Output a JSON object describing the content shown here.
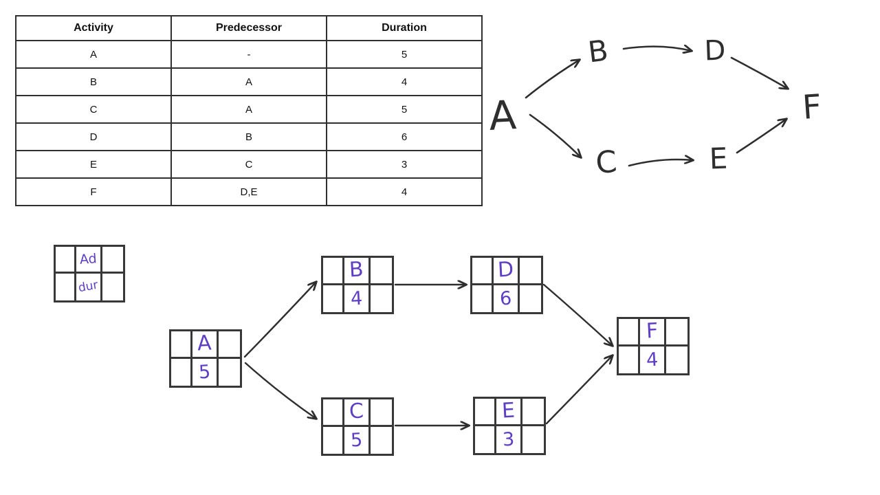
{
  "table": {
    "headers": [
      "Activity",
      "Predecessor",
      "Duration"
    ],
    "rows": [
      {
        "activity": "A",
        "predecessor": "-",
        "duration": "5"
      },
      {
        "activity": "B",
        "predecessor": "A",
        "duration": "4"
      },
      {
        "activity": "C",
        "predecessor": "A",
        "duration": "5"
      },
      {
        "activity": "D",
        "predecessor": "B",
        "duration": "6"
      },
      {
        "activity": "E",
        "predecessor": "C",
        "duration": "3"
      },
      {
        "activity": "F",
        "predecessor": "D,E",
        "duration": "4"
      }
    ]
  },
  "sketch": {
    "nodes": {
      "A": "A",
      "B": "B",
      "C": "C",
      "D": "D",
      "E": "E",
      "F": "F"
    },
    "edges": [
      {
        "from": "A",
        "to": "B"
      },
      {
        "from": "B",
        "to": "D"
      },
      {
        "from": "D",
        "to": "F"
      },
      {
        "from": "A",
        "to": "C"
      },
      {
        "from": "C",
        "to": "E"
      },
      {
        "from": "E",
        "to": "F"
      }
    ]
  },
  "pdm": {
    "legend": {
      "activity_label": "Ad",
      "duration_label": "dur"
    },
    "nodes": {
      "A": {
        "activity": "A",
        "duration": "5"
      },
      "B": {
        "activity": "B",
        "duration": "4"
      },
      "C": {
        "activity": "C",
        "duration": "5"
      },
      "D": {
        "activity": "D",
        "duration": "6"
      },
      "E": {
        "activity": "E",
        "duration": "3"
      },
      "F": {
        "activity": "F",
        "duration": "4"
      }
    },
    "edges": [
      {
        "from": "A",
        "to": "B"
      },
      {
        "from": "A",
        "to": "C"
      },
      {
        "from": "B",
        "to": "D"
      },
      {
        "from": "C",
        "to": "E"
      },
      {
        "from": "D",
        "to": "F"
      },
      {
        "from": "E",
        "to": "F"
      }
    ]
  },
  "colors": {
    "ink": "#2e2e2e",
    "handwriting_purple": "#5f3ec6",
    "table_border": "#2f2f2f",
    "background": "#ffffff",
    "cursor_gray": "#9a9a9a"
  }
}
